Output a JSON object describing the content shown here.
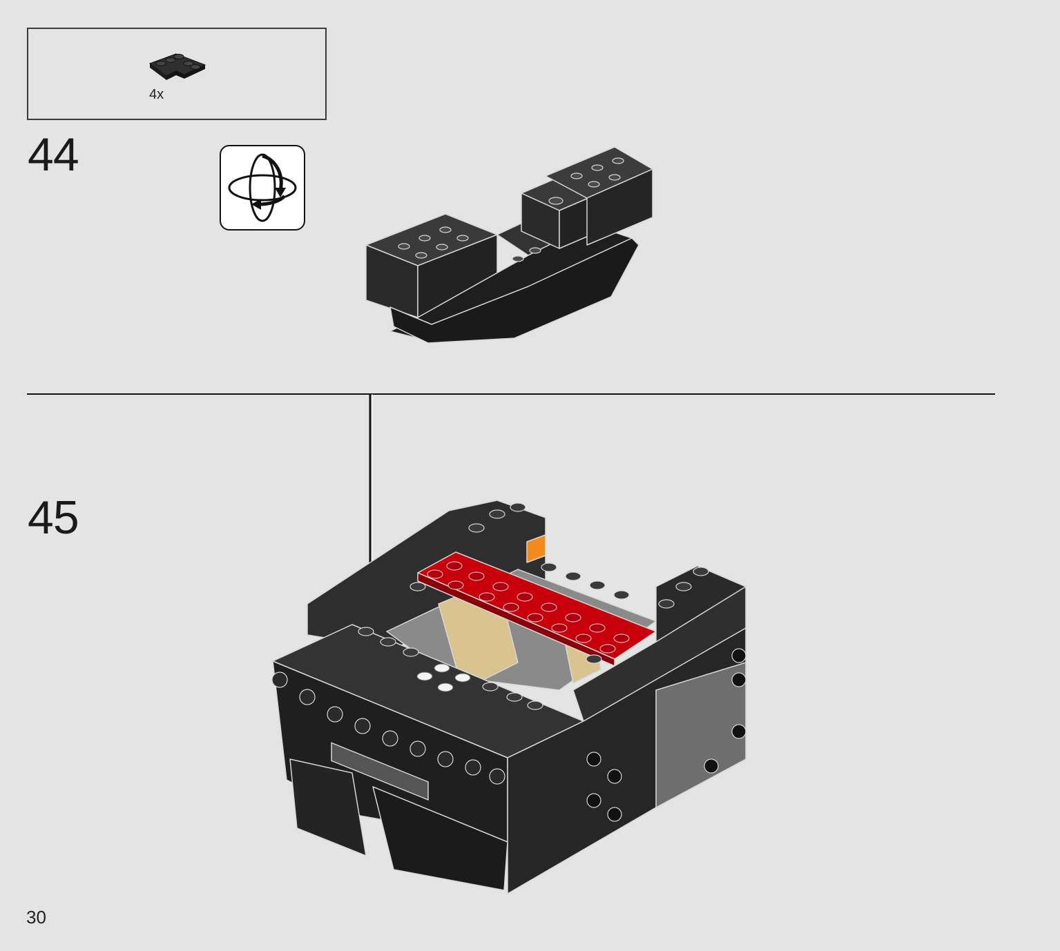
{
  "parts_callout": {
    "quantity": "4x",
    "part_icon": "black-angle-plate-icon"
  },
  "steps": [
    {
      "number": "44"
    },
    {
      "number": "45"
    }
  ],
  "rotate_badge": {
    "icon": "rotate-model-icon"
  },
  "colors": {
    "background": "#e4e4e4",
    "brick_black": "#2b2b2b",
    "brick_red": "#c8000c",
    "brick_tan": "#d9c48f",
    "brick_white": "#f4f4f4",
    "brick_gray": "#8a8a8a",
    "brick_orange": "#f28a1e"
  },
  "page": {
    "number": "30"
  }
}
